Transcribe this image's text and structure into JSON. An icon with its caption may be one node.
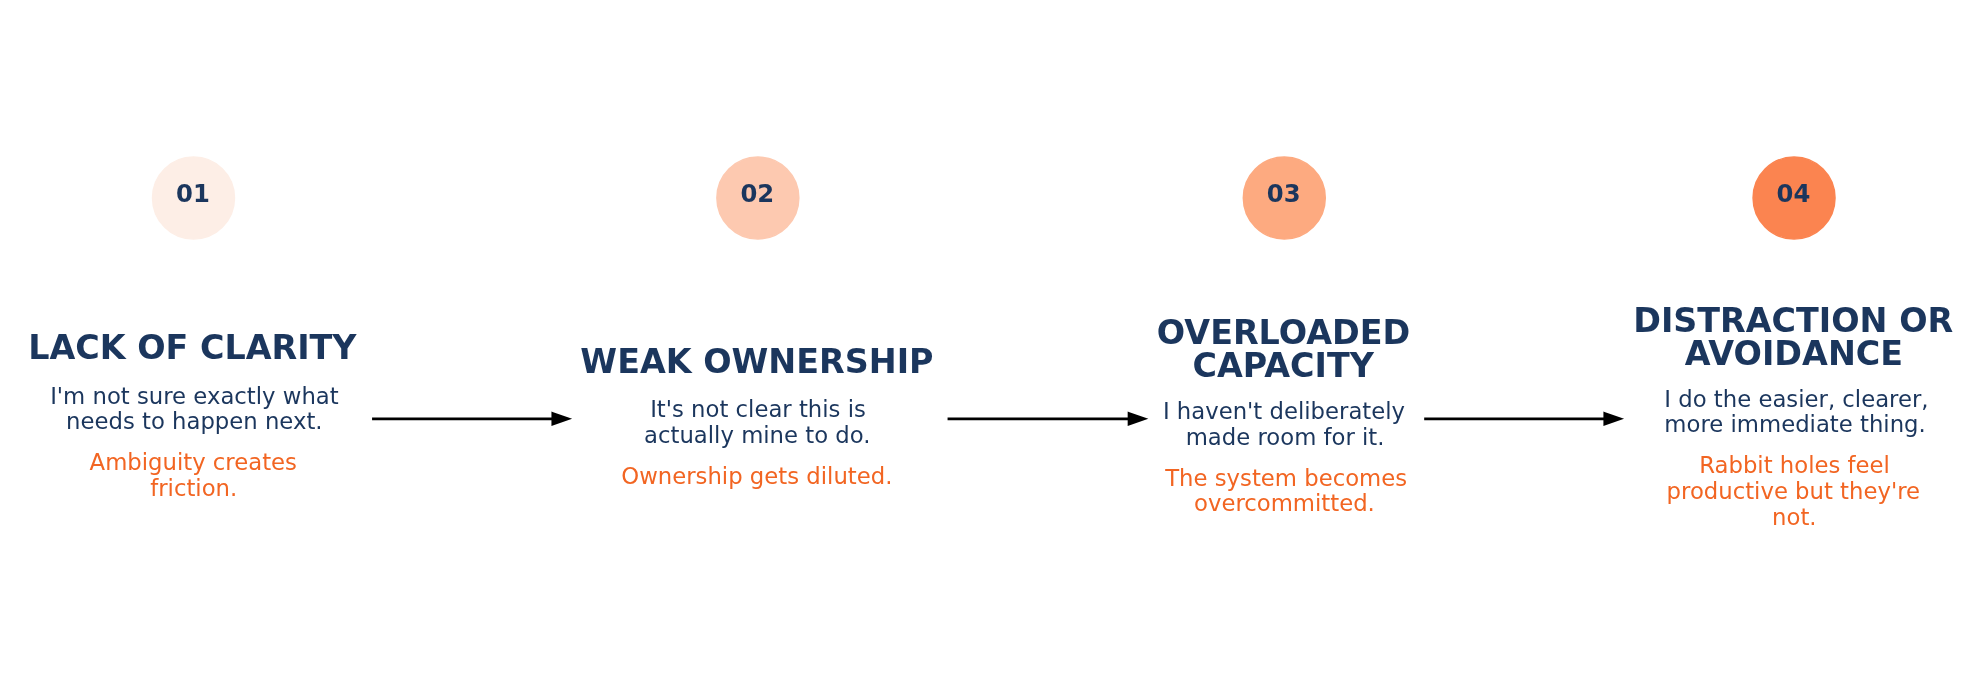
{
  "diagram": {
    "nodes": [
      {
        "text": [
          "01"
        ]
      },
      {
        "text": [
          "02"
        ]
      },
      {
        "text": [
          "03"
        ]
      },
      {
        "text": [
          "04"
        ]
      },
      {
        "text": [
          "LACK OF CLARITY",
          "I'm not sure exactly what needs to happen next.",
          "Ambiguity creates friction."
        ]
      },
      {
        "text": [
          "WEAK OWNERSHIP",
          "It's not clear this is actually mine to do.",
          "Ownership gets diluted."
        ]
      },
      {
        "text": [
          "OVERLOADED CAPACITY",
          "I haven't deliberately made room for it.",
          "The system becomes overcommitted."
        ]
      },
      {
        "text": [
          "DISTRACTION OR AVOIDANCE",
          "I do the easier, clearer, more immediate thing.",
          "Rabbit holes feel productive but they're not."
        ]
      }
    ],
    "edges": [
      {
        "from": 4,
        "to": 5,
        "arrow": "to"
      },
      {
        "from": 5,
        "to": 6,
        "arrow": "to"
      },
      {
        "from": 6,
        "to": 7,
        "arrow": "to"
      }
    ]
  }
}
